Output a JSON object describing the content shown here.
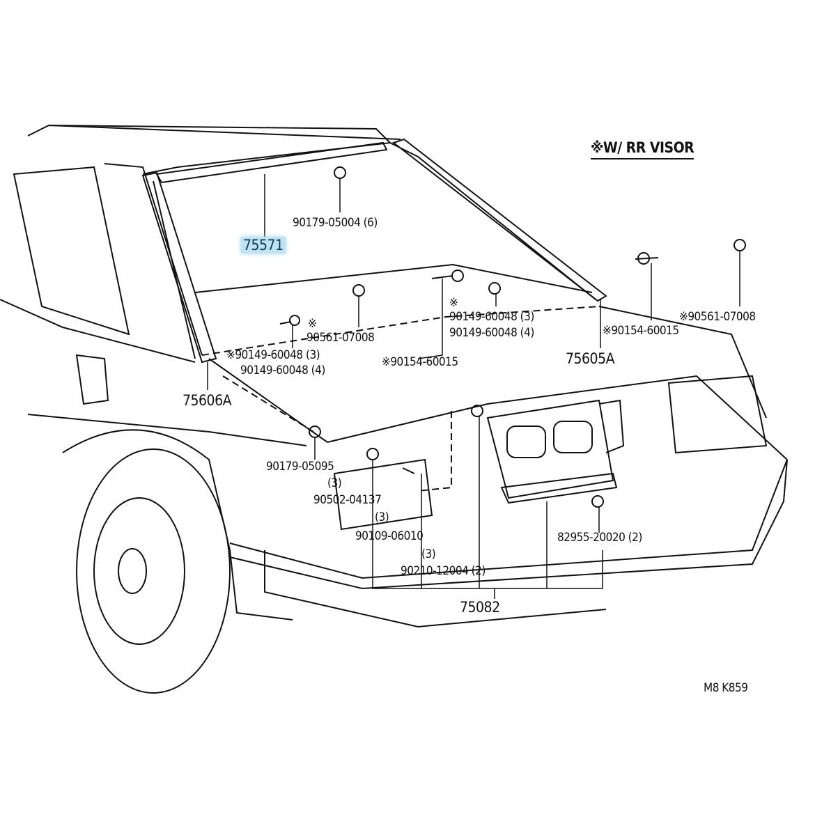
{
  "diagram": {
    "note_label": "※W/ RR VISOR",
    "page_code": "M8 K859",
    "parts": {
      "p75571": "75571",
      "p90179_05004": "90179-05004 (6)",
      "p90561_07008_a": "90561-07008",
      "p90561_marker": "※",
      "p90149_a1": "※90149-60048 (3)",
      "p90149_a2": "90149-60048 (4)",
      "p90154_a": "※90154-60015",
      "p90149_b_marker": "※",
      "p90149_b1": "90149-60048 (3)",
      "p90149_b2": "90149-60048 (4)",
      "p75605A": "75605A",
      "p90154_b": "※90154-60015",
      "p90561_07008_b": "※90561-07008",
      "p75606A": "75606A",
      "p90179_05095": "90179-05095",
      "p90179_05095_qty": "(3)",
      "p90502_04137": "90502-04137",
      "p90502_04137_qty": "(3)",
      "p90109_06010": "90109-06010",
      "p90109_06010_qty": "(3)",
      "p90210_12004": "90210-12004 (2)",
      "p82955_20020": "82955-20020 (2)",
      "p75082": "75082"
    },
    "highlight_color": "#bfe3f2"
  }
}
